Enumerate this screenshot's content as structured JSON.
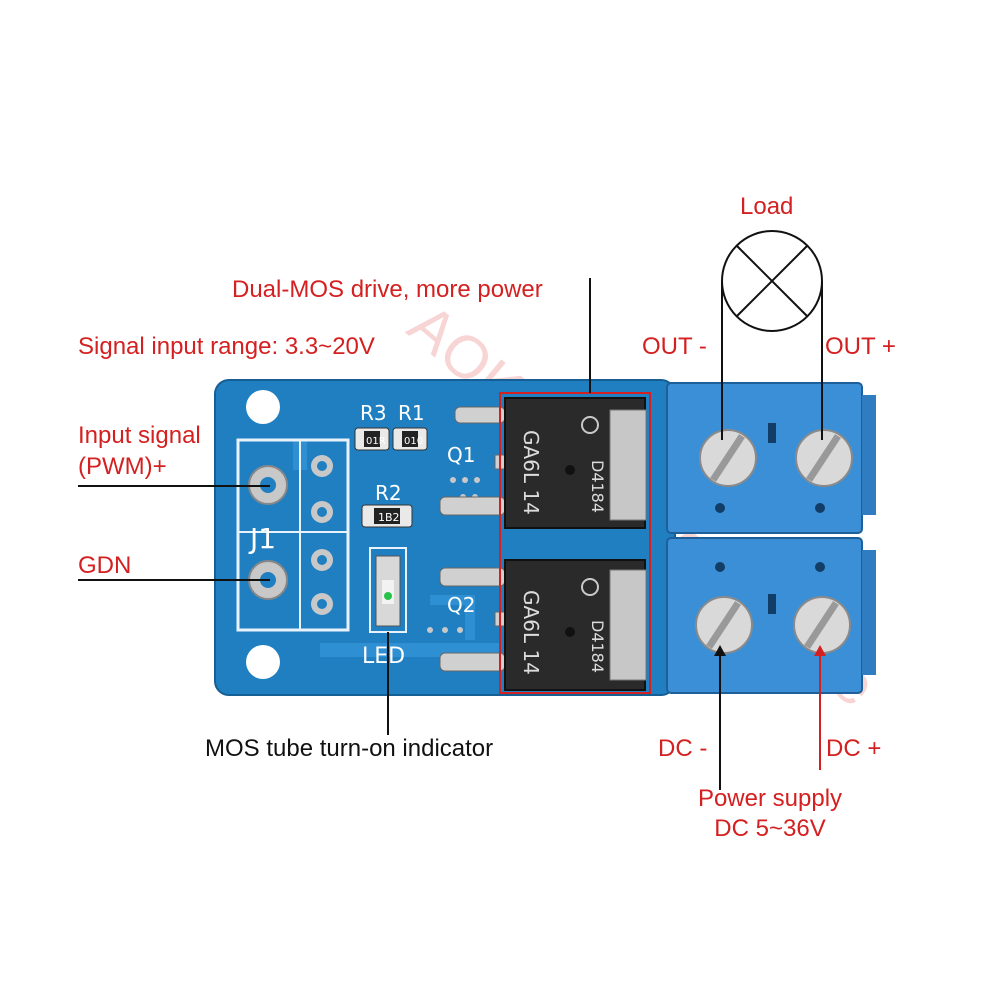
{
  "watermark": "AOKIN DiyMore Store",
  "labels": {
    "load": "Load",
    "dual_mos": "Dual-MOS drive, more power",
    "signal_range": "Signal input range: 3.3~20V",
    "out_minus": "OUT -",
    "out_plus": "OUT +",
    "input_signal_line1": "Input signal",
    "input_signal_line2": "(PWM)+",
    "gdn": "GDN",
    "mos_indicator": "MOS tube turn-on indicator",
    "dc_minus": "DC -",
    "dc_plus": "DC +",
    "power_supply_line1": "Power supply",
    "power_supply_line2": "DC 5~36V"
  },
  "silkscreen": {
    "r3": "R3",
    "r1": "R1",
    "r2": "R2",
    "q1": "Q1",
    "q2": "Q2",
    "j1": "J1",
    "led": "LED",
    "r3_code": "01R",
    "r1_code": "010",
    "r2_code": "1B2"
  },
  "mosfets": [
    {
      "marking": "GA6L 14",
      "part": "D4184"
    },
    {
      "marking": "GA6L 14",
      "part": "D4184"
    }
  ],
  "colors": {
    "pcb": "#1f7fc1",
    "terminal": "#3a8fd6",
    "annotation": "#d42020"
  }
}
